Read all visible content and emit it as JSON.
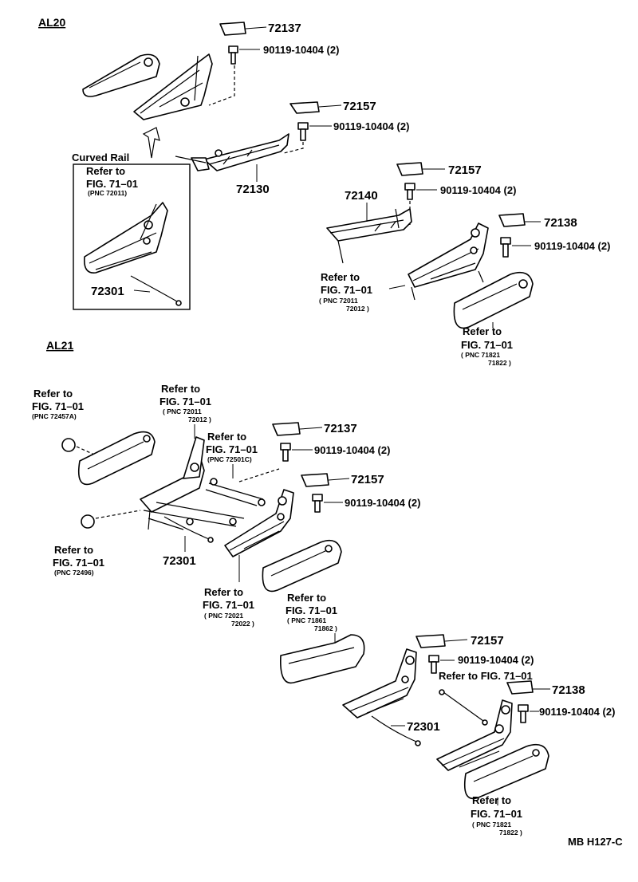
{
  "labels": {
    "al20": "AL20",
    "al21": "AL21",
    "code": "MB H127-C",
    "curved_rail": "Curved Rail",
    "p72137": "72137",
    "p72157": "72157",
    "p72138": "72138",
    "p72130": "72130",
    "p72140": "72140",
    "p72301": "72301",
    "bolt": "90119-10404 (2)",
    "refer_to": "Refer to",
    "fig": "FIG. 71–01",
    "refer_to_fig": "Refer to FIG. 71–01",
    "pnc_72011": "(PNC 72011)",
    "pnc_72011_l1": "( PNC 72011",
    "pnc_72012_l2": "72012 )",
    "pnc_71821_l1": "( PNC 71821",
    "pnc_71822_l2": "71822 )",
    "pnc_72457a": "(PNC 72457A)",
    "pnc_72501c": "(PNC 72501C)",
    "pnc_72496": "(PNC 72496)",
    "pnc_72021_l1": "( PNC 72021",
    "pnc_72022_l2": "72022 )",
    "pnc_71861_l1": "( PNC 71861",
    "pnc_71862_l2": "71862 )"
  }
}
